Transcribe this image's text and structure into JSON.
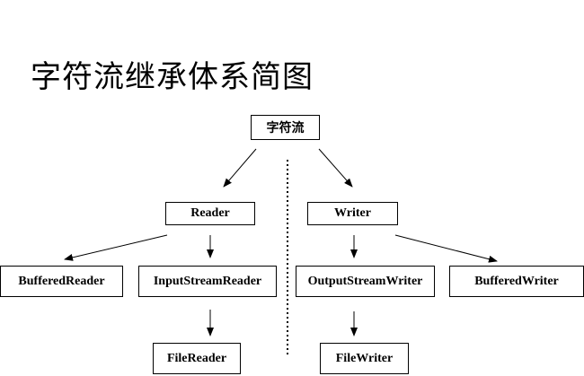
{
  "title": "字符流继承体系简图",
  "nodes": {
    "root": "字符流",
    "reader": "Reader",
    "writer": "Writer",
    "buffered_reader": "BufferedReader",
    "input_stream_reader": "InputStreamReader",
    "output_stream_writer": "OutputStreamWriter",
    "buffered_writer": "BufferedWriter",
    "file_reader": "FileReader",
    "file_writer": "FileWriter"
  },
  "edges": [
    [
      "root",
      "reader"
    ],
    [
      "root",
      "writer"
    ],
    [
      "reader",
      "buffered_reader"
    ],
    [
      "reader",
      "input_stream_reader"
    ],
    [
      "writer",
      "output_stream_writer"
    ],
    [
      "writer",
      "buffered_writer"
    ],
    [
      "input_stream_reader",
      "file_reader"
    ],
    [
      "output_stream_writer",
      "file_writer"
    ]
  ]
}
